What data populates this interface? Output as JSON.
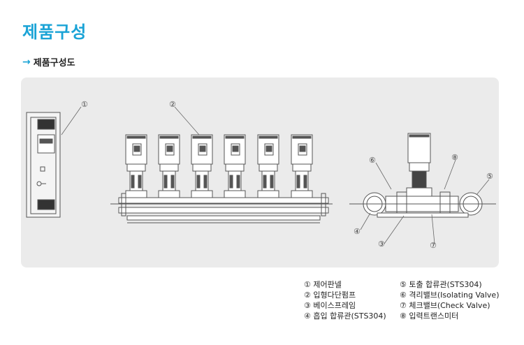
{
  "page": {
    "title": "제품구성",
    "subtitle_arrow": "→",
    "subtitle": "제품구성도"
  },
  "diagram": {
    "callouts": [
      "①",
      "②",
      "③",
      "④",
      "⑤",
      "⑥",
      "⑦",
      "⑧"
    ]
  },
  "legend": {
    "col1": [
      "① 제어판넬",
      "② 입형다단펌프",
      "③ 베이스프레임",
      "④ 흡입 합류관(STS304)"
    ],
    "col2": [
      "⑤ 토출 합류관(STS304)",
      "⑥ 격리밸브(Isolating Valve)",
      "⑦ 체크밸브(Check Valve)",
      "⑧ 입력트랜스미터"
    ]
  },
  "colors": {
    "accent": "#1aa3d6",
    "panel_bg": "#ebebeb",
    "line": "#555555"
  }
}
